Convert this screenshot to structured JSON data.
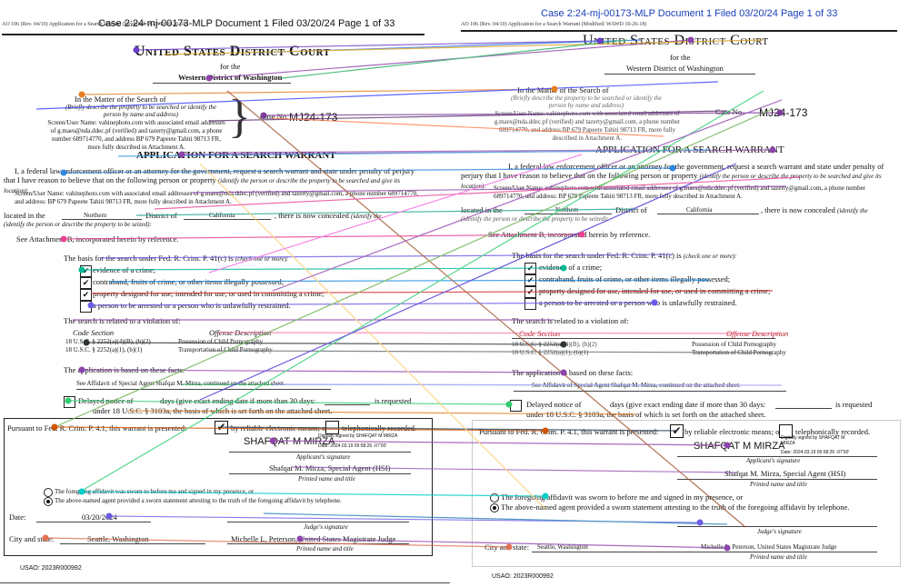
{
  "header": {
    "form_label": "AO 106 (Rev. 04/10) Application for a Search Warrant (Modified: WAWD 10-26-18)",
    "case_line": "Case 2:24-mj-00173-MLP   Document 1   Filed 03/20/24   Page 1 of 33"
  },
  "court": {
    "title": "United States District Court",
    "for_the": "for the",
    "district": "Western District of Washington"
  },
  "matter": {
    "heading": "In the Matter of the Search of",
    "instruction": "(Briefly describe the property to be searched or identify the person by name and address)",
    "property": "Screen/User Name: vahinephoto.com with associated email addresses of g.maes@nda.ddec.pf (verified) and tazerty@gmail.com, a phone number 689714770, and address BP 679 Papeete Tahiti 98713 FR, more fully described in Attachment A.",
    "case_no_label": "Case No.",
    "case_no": "MJ24-173"
  },
  "application_title": "APPLICATION FOR A SEARCH WARRANT",
  "body": {
    "intro": "I, a federal law enforcement officer or an attorney for the government, request a search warrant and state under penalty of perjury that I have reason to believe that on the following person or property",
    "intro_italic": "(identify the person or describe the property to be searched and give its location):",
    "target": "Screen/User Name: vahinephoto.com with associated email addresses of g.maes@nda.ddec.pf (verified) and tazerty@gmail.com, a phone number 689714770, and address: BP 679 Papeete Tahiti 98713 FR, more fully described in Attachment A.",
    "located_in": "located in the",
    "district_value": "Northern",
    "district_of": "District of",
    "state_value": "California",
    "concealed": ", there is now concealed",
    "concealed_italic": "(identify the person or describe the property to be seized):",
    "see_attachment": "See Attachment B, incorporated herein by reference."
  },
  "basis": {
    "heading": "The basis for the search under Fed. R. Crim. P. 41(c) is",
    "heading_italic": "(check one or more):",
    "items": [
      {
        "label": "evidence of a crime;",
        "checked": true
      },
      {
        "label": "contraband, fruits of crime, or other items illegally possessed;",
        "checked": true
      },
      {
        "label": "property designed for use, intended for use, or used in committing a crime;",
        "checked": true
      },
      {
        "label": "a person to be arrested or a person who is unlawfully restrained.",
        "checked": false
      }
    ]
  },
  "violation": {
    "heading": "The search is related to a violation of:",
    "col_code": "Code Section",
    "col_offense": "Offense Description",
    "rows": [
      {
        "code": "18 U.S.C. § 2252(a)(4)(B), (b)(2)",
        "offense": "Possession of Child Pornography"
      },
      {
        "code": "18 U.S.C. § 2252(a)(1), (b)(1)",
        "offense": "Transportation of Child Pornography"
      }
    ]
  },
  "facts": {
    "heading": "The application is based on these facts:",
    "affidavit": "See Affidavit of Special Agent Shafqat M. Mirza, continued on the attached sheet.",
    "delayed_a": "Delayed notice of",
    "delayed_b": "days (give exact ending date if more than 30 days:",
    "delayed_c": "is requested",
    "delayed_d": "under 18 U.S.C. § 3103a, the basis of which is set forth on the attached sheet."
  },
  "presentation": {
    "pursuant": "Pursuant to Fed. R. Crim. P. 4.1, this warrant is presented:",
    "by_electronic": "by reliable electronic means; or:",
    "telephonic": "telephonically recorded.",
    "signer": "SHAFQAT M MIRZA",
    "digital_sig": "Digitally signed by SHAFQAT M MIRZA",
    "digital_date": "Date: 2024.03.19 09:58:26 -07'00'",
    "applicant_sig": "Applicant's signature",
    "applicant_name": "Shafqat M. Mirza, Special Agent (HSI)",
    "printed_name": "Printed name and title",
    "sworn_1": "The foregoing affidavit was sworn to before me and signed in my presence, or",
    "sworn_2": "The above-named agent provided a sworn statement attesting to the truth of the foregoing affidavit by telephone.",
    "date_label": "Date:",
    "date_value": "03/20/2024",
    "judge_sig": "Judge's signature",
    "city_label": "City and state:",
    "city_value": "Seattle, Washington",
    "judge_name": "Michelle L. Peterson, United States Magistrate Judge",
    "judge_printed": "Printed name and title"
  },
  "footer": {
    "usao": "USAO: 2023R000992"
  }
}
